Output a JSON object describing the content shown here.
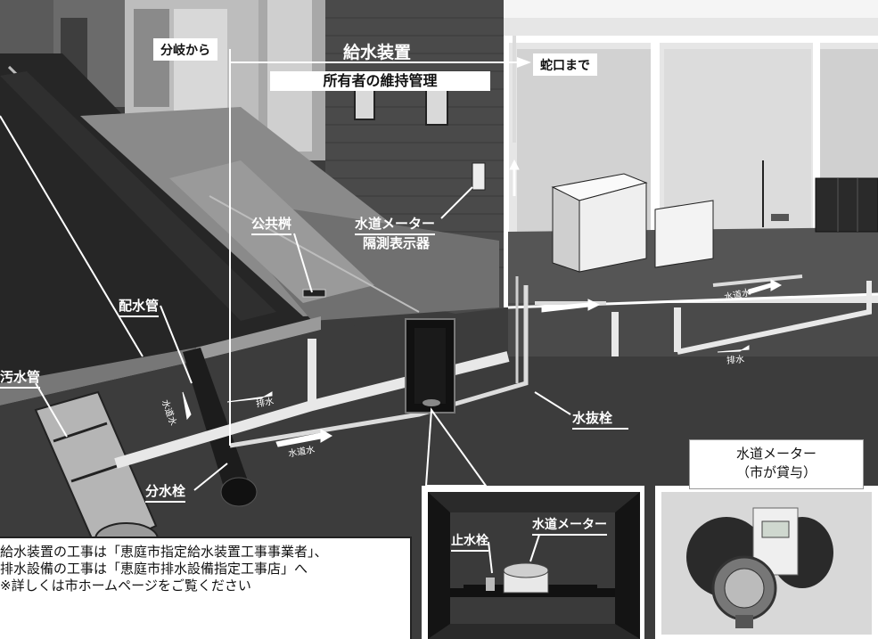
{
  "labels": {
    "branch_from": "分岐から",
    "supply_device": "給水装置",
    "owner_maintenance": "所有者の維持管理",
    "to_faucet": "蛇口まで",
    "public_basin": "公共桝",
    "meter_remote_1": "水道メーター",
    "meter_remote_2": "隔測表示器",
    "distribution_pipe": "配水管",
    "sewer_pipe": "汚水管",
    "branch_valve": "分水栓",
    "drain_valve": "水抜栓",
    "stop_valve": "止水栓",
    "water_meter": "水道メーター"
  },
  "flow_labels": {
    "water_a": "水道水",
    "water_b": "水道水",
    "water_c": "水道水",
    "drain_a": "排水",
    "drain_b": "排水"
  },
  "meter_caption": {
    "line1": "水道メーター",
    "line2": "（市が貸与）"
  },
  "notice": {
    "line1": "給水装置の工事は「恵庭市指定給水装置工事事業者」、",
    "line2": "排水設備の工事は「恵庭市排水設備指定工事店」へ",
    "line3": "※詳しくは市ホームページをご覧ください"
  },
  "colors": {
    "road": "#262626",
    "ground": "#3c3c3c",
    "wall": "#4a4a4a",
    "interior": "#e6e6e6",
    "pipe_light": "#e8e8e8",
    "pipe_dark": "#1c1c1c"
  }
}
